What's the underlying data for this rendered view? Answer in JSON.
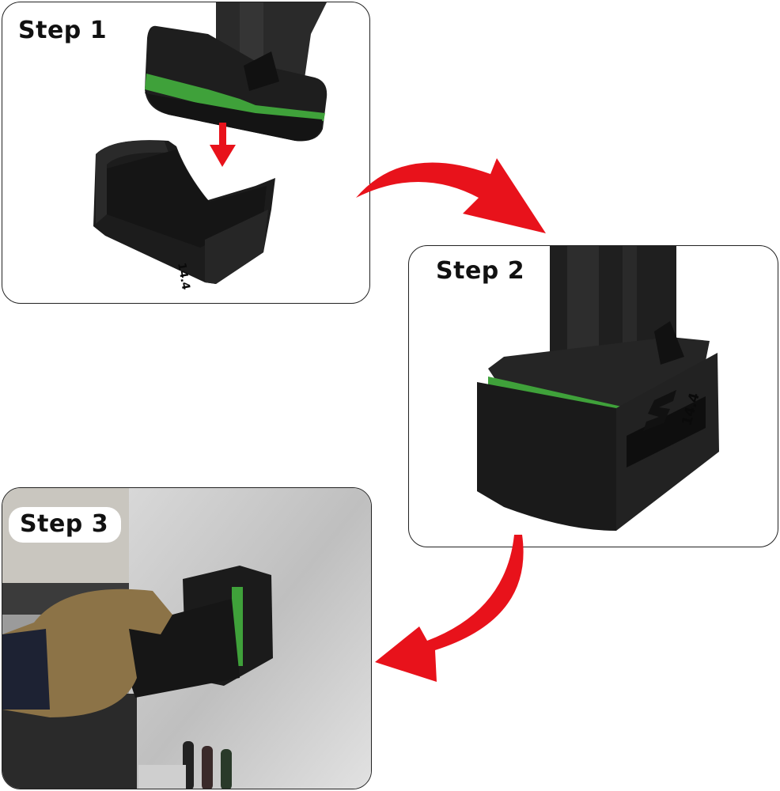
{
  "steps": [
    {
      "label": "Step 1",
      "mark": "14.4"
    },
    {
      "label": "Step 2",
      "mark": "14.4"
    },
    {
      "label": "Step 3"
    }
  ],
  "colors": {
    "arrow": "#e8121b",
    "holder": "#1c1c1c",
    "battery_green": "#3fa13a",
    "panel_border": "#222222"
  }
}
